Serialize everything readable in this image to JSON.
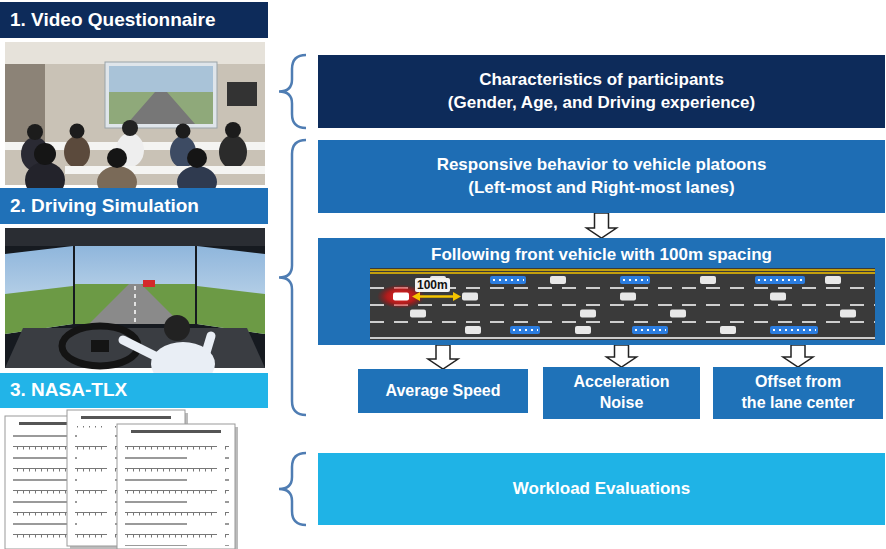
{
  "diagram": {
    "nodes": [
      {
        "text": [
          "1. Video Questionnaire"
        ]
      },
      {
        "text": [
          "2. Driving Simulation"
        ]
      },
      {
        "text": [
          "3. NASA-TLX"
        ]
      },
      {
        "text": [
          "Characteristics of participants (Gender, Age, and Driving experience)"
        ]
      },
      {
        "text": [
          "Responsive behavior to vehicle platoons (Left-most and Right-most lanes)"
        ]
      },
      {
        "text": [
          "Following front vehicle with 100m spacing"
        ]
      },
      {
        "text": [
          "Average Speed"
        ]
      },
      {
        "text": [
          "Acceleration Noise"
        ]
      },
      {
        "text": [
          "Offset from the lane center"
        ]
      },
      {
        "text": [
          "Workload Evaluations"
        ]
      }
    ],
    "edges": [
      {
        "from": 4,
        "to": 5,
        "arrow": "to"
      },
      {
        "from": 5,
        "to": 6,
        "arrow": "to"
      },
      {
        "from": 5,
        "to": 7,
        "arrow": "to"
      },
      {
        "from": 5,
        "to": 8,
        "arrow": "to"
      }
    ],
    "labels": [
      "100m"
    ]
  }
}
